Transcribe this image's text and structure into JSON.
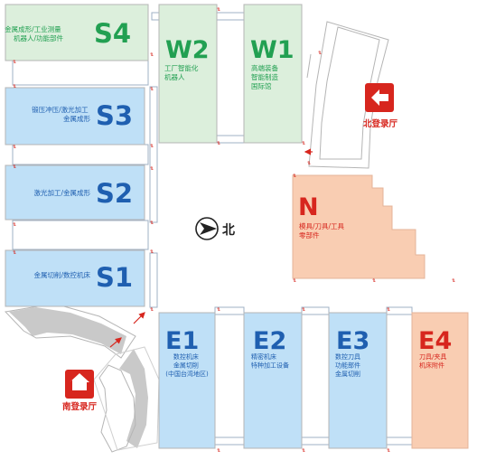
{
  "colors": {
    "green_fill": "#dcefdc",
    "green_text": "#22a052",
    "blue_fill": "#bfe0f7",
    "blue_text": "#1f5fb0",
    "salmon_fill": "#f9cdb2",
    "red_text": "#d7261e",
    "gray_fill": "#c9c9c9",
    "outline": "#b5b5b5",
    "connector": "#9fb0c4",
    "arrow": "#d7261e"
  },
  "halls": {
    "S4": {
      "code": "S4",
      "desc": [
        "金属成形/工业测量",
        "机器人/功能部件"
      ]
    },
    "S3": {
      "code": "S3",
      "desc": [
        "锻压冲压/激光加工",
        "金属成形"
      ]
    },
    "S2": {
      "code": "S2",
      "desc": [
        "激光加工/金属成形"
      ]
    },
    "S1": {
      "code": "S1",
      "desc": [
        "金属切削/数控机床"
      ]
    },
    "W2": {
      "code": "W2",
      "desc": [
        "工厂智能化",
        "机器人"
      ]
    },
    "W1": {
      "code": "W1",
      "desc": [
        "高端装备",
        "智能制造",
        "国际馆"
      ]
    },
    "N": {
      "code": "N",
      "desc": [
        "模具/刀具/工具",
        "零部件"
      ]
    },
    "E1": {
      "code": "E1",
      "desc": [
        "数控机床",
        "金属切削",
        "(中国台湾地区)"
      ]
    },
    "E2": {
      "code": "E2",
      "desc": [
        "精密机床",
        "特种加工设备"
      ]
    },
    "E3": {
      "code": "E3",
      "desc": [
        "数控刀具",
        "功能部件",
        "金属切削"
      ]
    },
    "E4": {
      "code": "E4",
      "desc": [
        "刀具/夹具",
        "机床附件"
      ]
    }
  },
  "compass": {
    "label": "北",
    "icon": "compass-north-icon"
  },
  "lobbies": {
    "north": {
      "label": "北登录厅",
      "icon": "entrance-arrow-icon"
    },
    "south": {
      "label": "南登录厅",
      "icon": "entrance-arrow-icon"
    }
  }
}
